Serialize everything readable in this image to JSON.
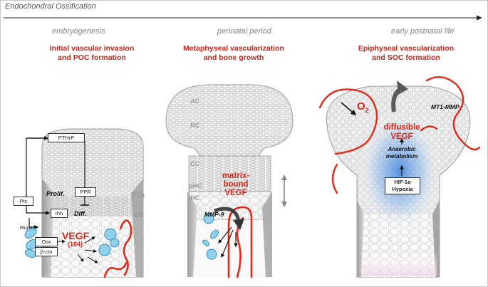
{
  "header": {
    "title": "Endochondral Ossification"
  },
  "stages": [
    {
      "name": "embryogenesis",
      "title_line1": "Initial vascular invasion",
      "title_line2": "and POC formation"
    },
    {
      "name": "perinatal period",
      "title_line1": "Metaphyseal vascularization",
      "title_line2": "and bone growth"
    },
    {
      "name": "early postnatal life",
      "title_line1": "Epiphyseal vascularization",
      "title_line2": "and SOC formation"
    }
  ],
  "panel1": {
    "pthrp": "PTHrP",
    "ptc": "Ptc",
    "ppr": "PPR",
    "ihh": "Ihh",
    "runx2": "Runx2",
    "osx": "Osx",
    "bctn": "β-ctn",
    "prolif": "Prolif.",
    "diff": "Diff.",
    "pch": "PCh",
    "bc": "BC",
    "vegf": "VEGF",
    "vegf_iso": "(164)"
  },
  "panel2": {
    "ac": "AC",
    "rc": "RC",
    "cc": "CC",
    "phc": "pHC",
    "hc": "HC",
    "vegf_l1": "matrix-",
    "vegf_l2": "bound",
    "vegf_l3": "VEGF",
    "mmp9": "MMP-9"
  },
  "panel3": {
    "o2": "O",
    "o2_sub": "2",
    "mt1": "MT1-MMP",
    "vegf_l1": "diffusible",
    "vegf_l2": "VEGF",
    "anaer_l1": "Anaerobic",
    "anaer_l2": "metabolism",
    "hif": "HIF-1α",
    "hypoxia": "Hypoxia"
  },
  "colors": {
    "accent_red": "#d32a1a",
    "title_red": "#c0271d",
    "cartilage_gray": "#bfbfbf",
    "vessel_blue": "#3aa6d0",
    "hypoxia_blue": "#4a8fe0"
  },
  "icons": [
    "timeline-arrow-icon",
    "double-arrow-icon",
    "curved-arrow-icon",
    "blood-vessel-icon",
    "endothelial-cell-icon"
  ]
}
